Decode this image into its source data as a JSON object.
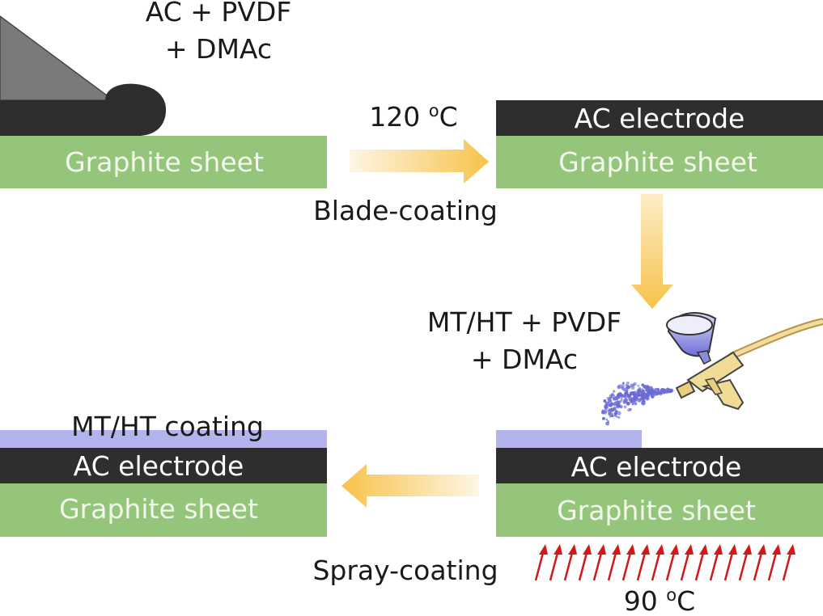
{
  "diagram": {
    "blade_materials": {
      "line1": "AC + PVDF",
      "line2": "+ DMAc"
    },
    "step1": {
      "temperature_value": "120 ",
      "temperature_unit_sup": "o",
      "temperature_unit": "C",
      "process": "Blade-coating"
    },
    "spray_materials": {
      "line1": "MT/HT + PVDF",
      "line2": "+ DMAc"
    },
    "step2": {
      "temperature_value": "90 ",
      "temperature_unit_sup": "o",
      "temperature_unit": "C",
      "process": "Spray-coating"
    },
    "layers": {
      "graphite": "Graphite sheet",
      "ac": "AC electrode",
      "coating": "MT/HT coating"
    },
    "colors": {
      "graphite_sheet": "#94c57a",
      "ac_electrode": "#2e2e2e",
      "coating": "#b3b3ee",
      "arrow": "#f7c24a",
      "heat_arrows": "#d41818",
      "blade": "#7a7a7a",
      "spray": "#6b6bd4"
    }
  }
}
